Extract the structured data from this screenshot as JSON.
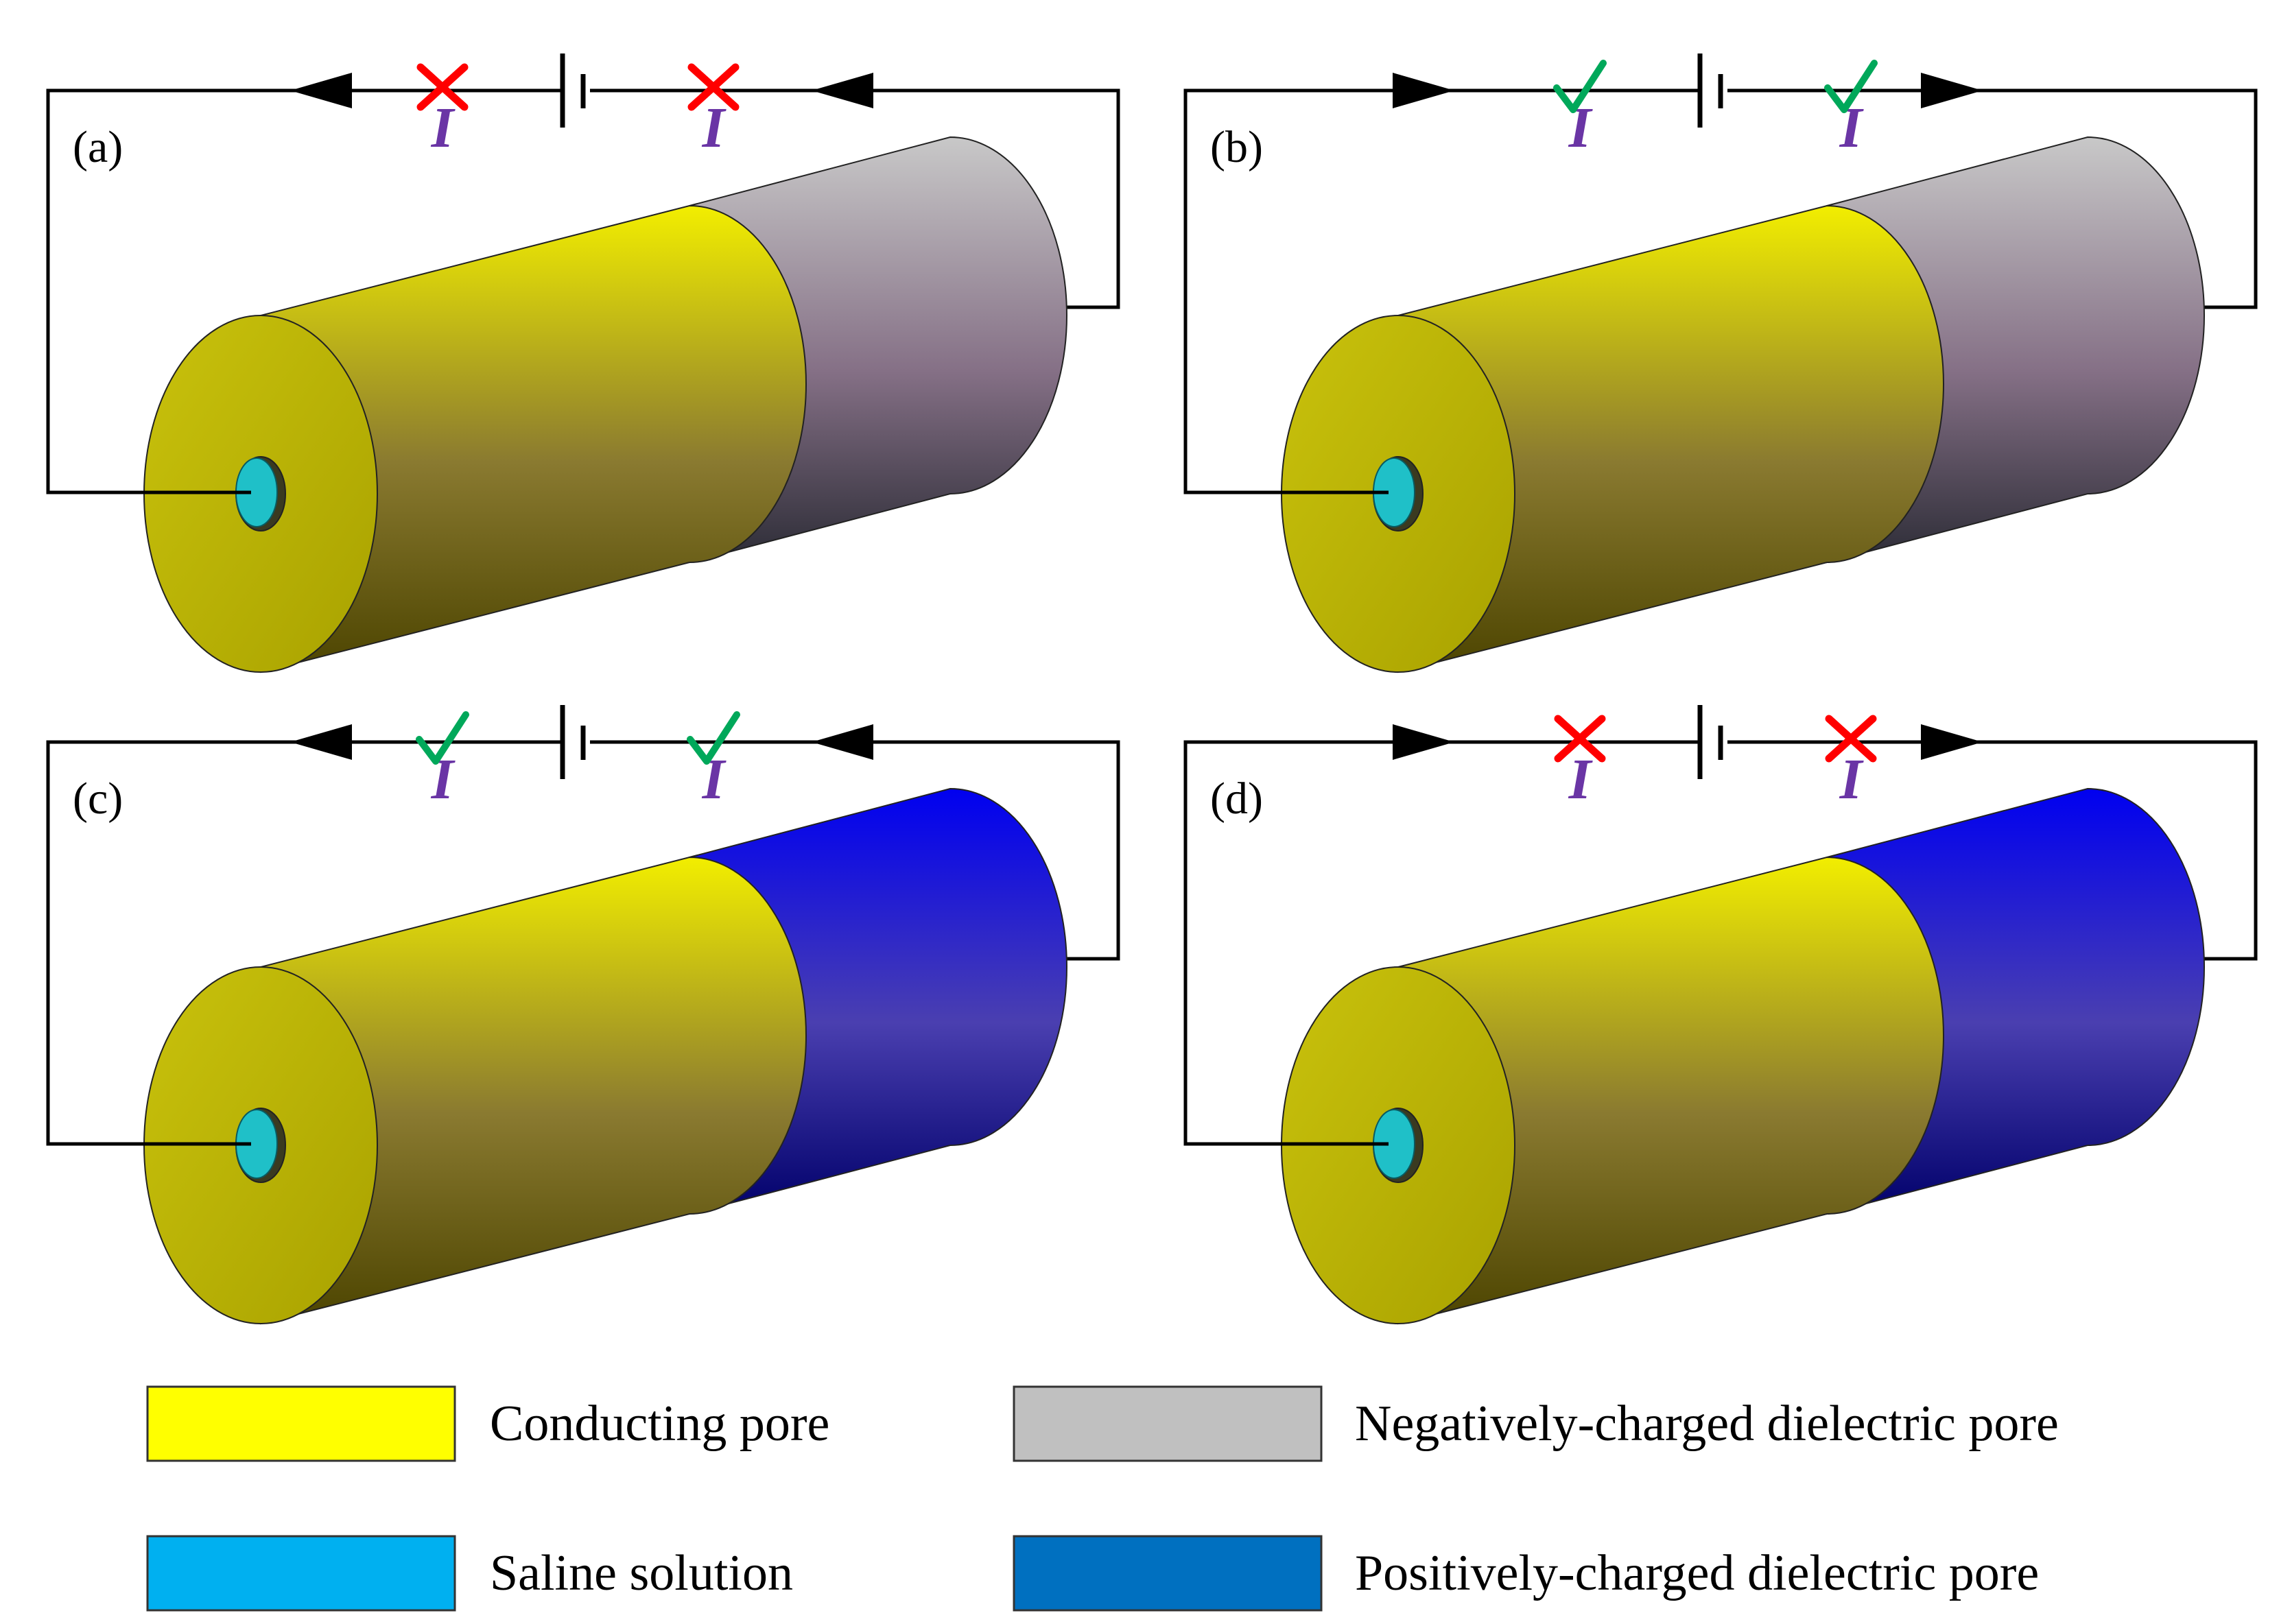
{
  "colors": {
    "conducting": "#d9d400",
    "saline": "#1fc0c8",
    "negative": "#a9a9a9",
    "positive": "#0a0ad2",
    "current_label": "#6a35a5",
    "cross": "#ff0000",
    "check": "#00a85a"
  },
  "current_symbol": "I",
  "panels": [
    {
      "label": "(a)",
      "right_segment": "negative",
      "arrow_direction": "left",
      "status": "cross"
    },
    {
      "label": "(b)",
      "right_segment": "negative",
      "arrow_direction": "right",
      "status": "check"
    },
    {
      "label": "(c)",
      "right_segment": "positive",
      "arrow_direction": "left",
      "status": "check"
    },
    {
      "label": "(d)",
      "right_segment": "positive",
      "arrow_direction": "right",
      "status": "cross"
    }
  ],
  "legend": [
    {
      "label": "Conducting pore",
      "color": "#ffff00"
    },
    {
      "label": "Negatively-charged dielectric pore",
      "color": "#c0c0c0"
    },
    {
      "label": "Saline solution",
      "color": "#00b0f0"
    },
    {
      "label": "Positively-charged dielectric pore",
      "color": "#0070c0"
    }
  ]
}
